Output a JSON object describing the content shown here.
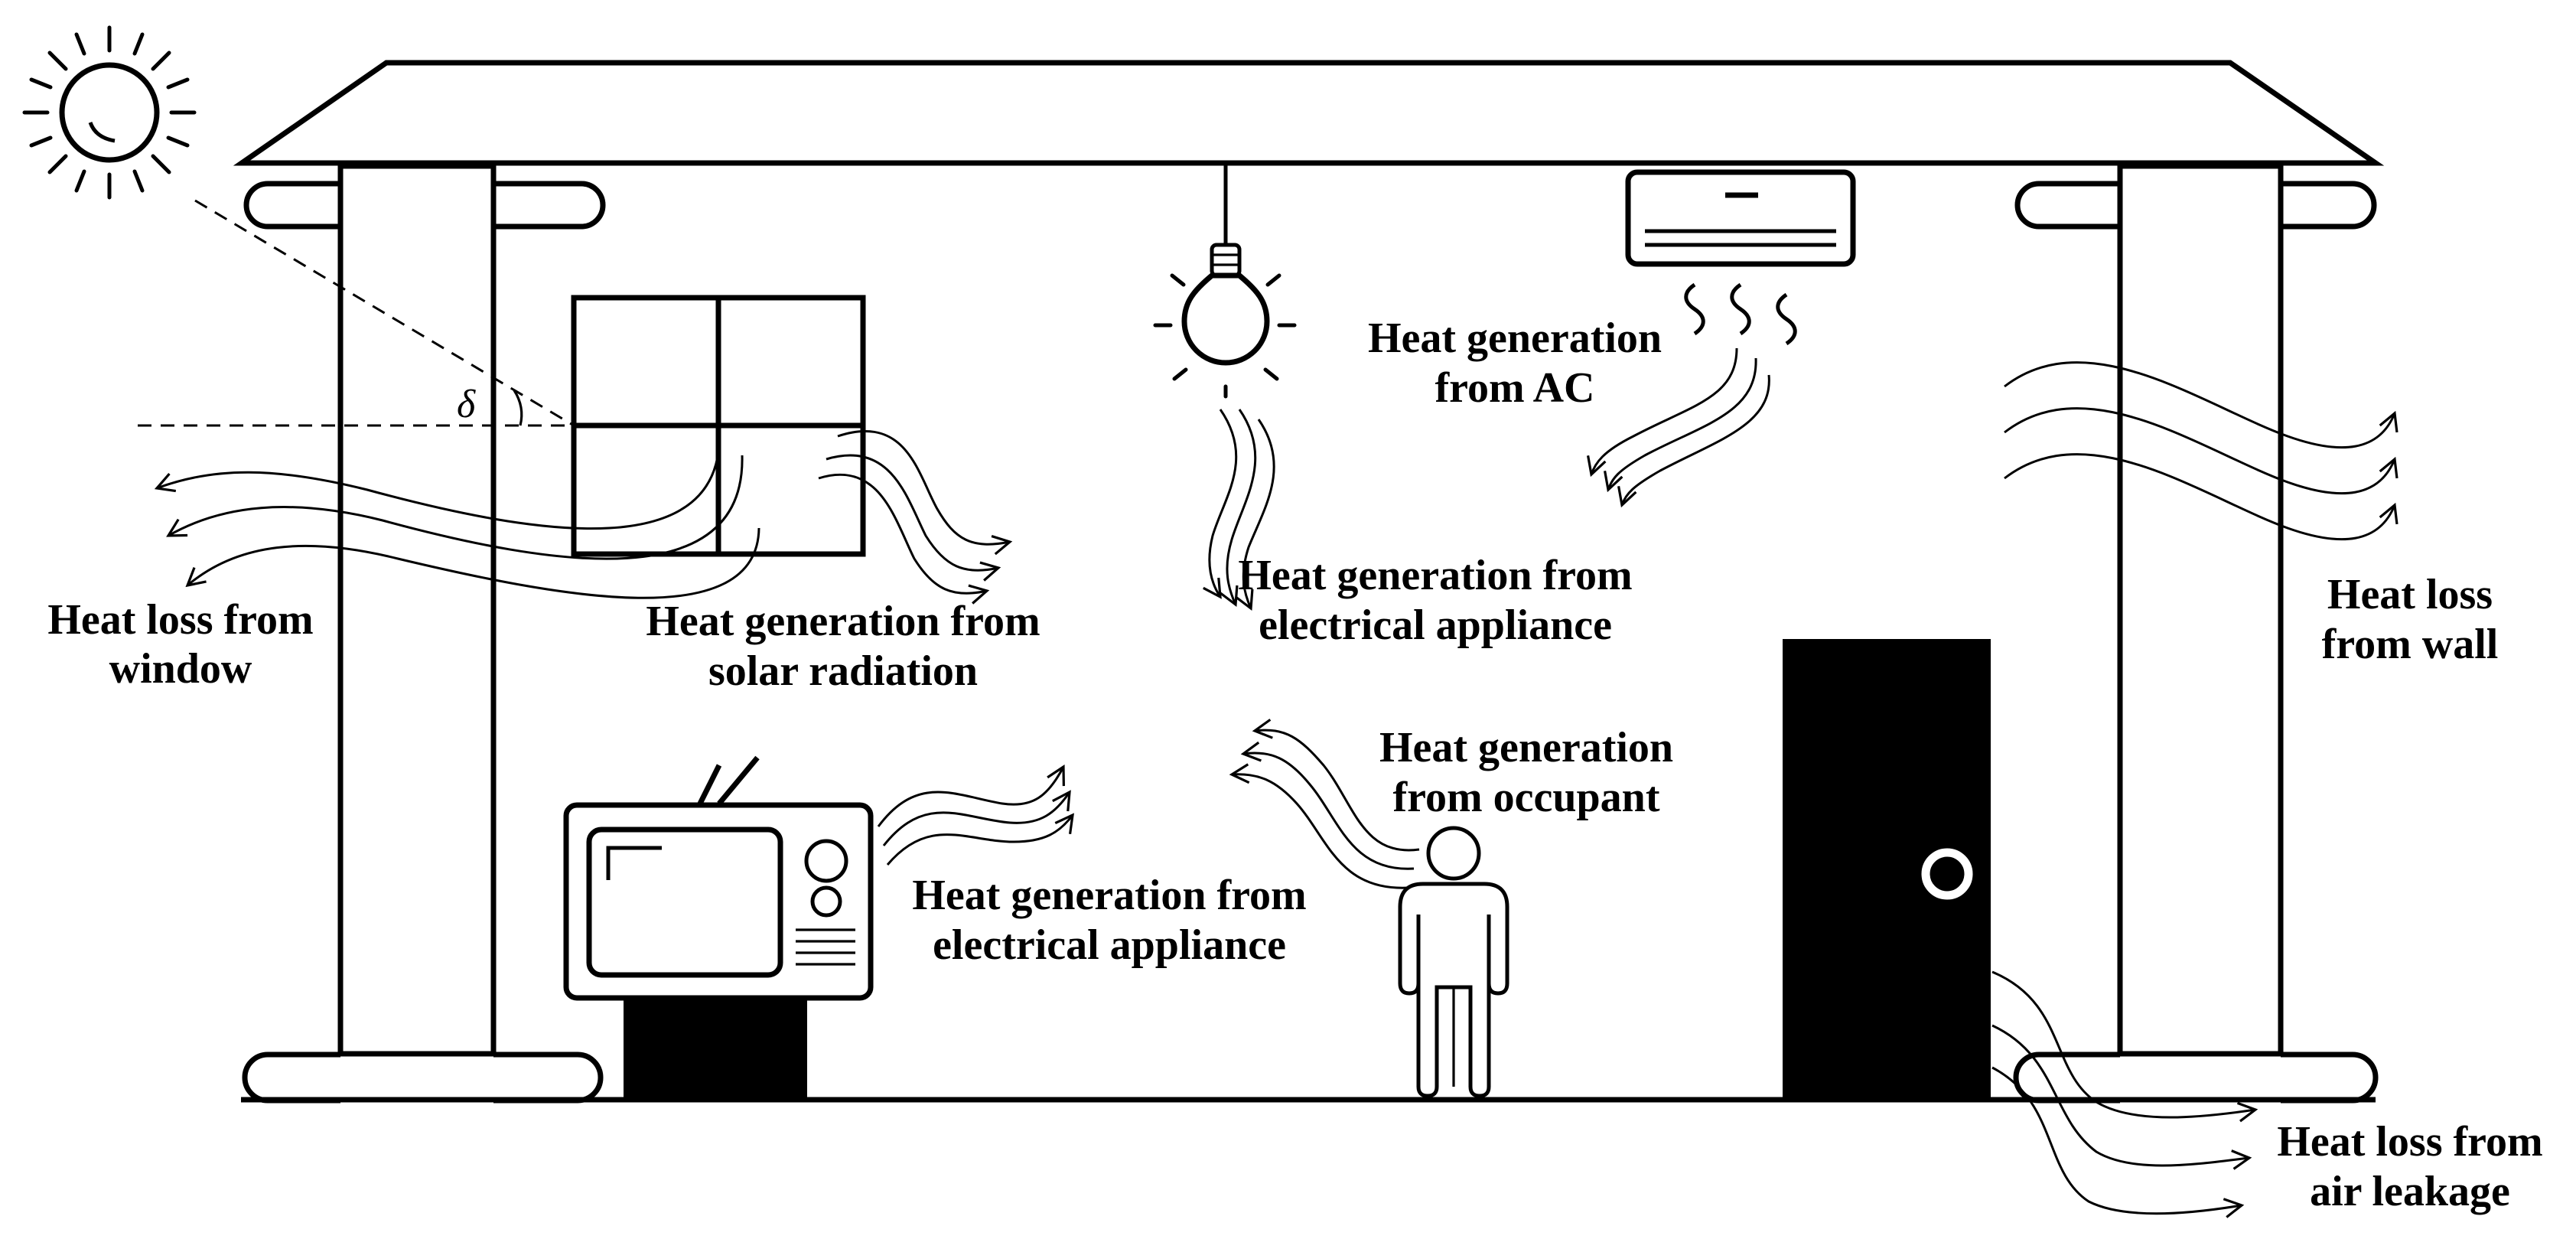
{
  "labels": {
    "window_loss": [
      "Heat loss from",
      "window"
    ],
    "solar_gain": [
      "Heat generation from",
      "solar radiation"
    ],
    "bulb_gain": [
      "Heat generation from",
      "electrical appliance"
    ],
    "ac_gain": [
      "Heat generation",
      "from AC"
    ],
    "wall_loss": [
      "Heat loss",
      "from wall"
    ],
    "occupant_gain": [
      "Heat generation",
      "from occupant"
    ],
    "tv_gain": [
      "Heat generation from",
      "electrical appliance"
    ],
    "leak_loss": [
      "Heat loss from",
      "air leakage"
    ],
    "angle_symbol": "δ"
  },
  "icons": [
    "sun-icon",
    "light-bulb-icon",
    "air-conditioner-icon",
    "television-icon",
    "person-icon",
    "door-icon",
    "window-icon"
  ],
  "colors": {
    "ink": "#000000",
    "paper": "#ffffff"
  }
}
